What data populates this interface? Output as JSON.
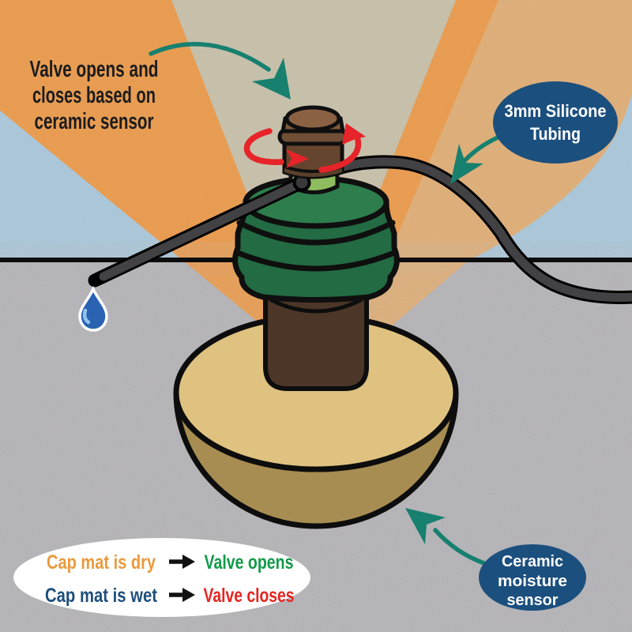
{
  "caption": {
    "line1": "Valve opens and",
    "line2": "closes based on",
    "line3": "ceramic sensor"
  },
  "callouts": {
    "tubing": {
      "line1": "3mm Silicone",
      "line2": "Tubing"
    },
    "sensor": {
      "line1": "Ceramic",
      "line2": "moisture",
      "line3": "sensor"
    }
  },
  "legend": {
    "dry_condition": "Cap mat is dry",
    "dry_result": "Valve opens",
    "wet_condition": "Cap mat is wet",
    "wet_result": "Valve closes"
  },
  "colors": {
    "sky_beige": "#c7c0aa",
    "ray_bright_orange": "#ea9b4d",
    "ray_light_orange": "#dfae77",
    "sky_blue": "#aac7da",
    "ground_gray": "#b4b3b7",
    "callout_navy": "#1b4f7e",
    "arrow_teal": "#17806f",
    "rotation_red": "#e62429",
    "legend_orange": "#ea9a3d",
    "legend_green": "#119a48",
    "legend_blue": "#1d4e7c",
    "legend_red": "#e52420",
    "valve_green_top": "#2e7d4d",
    "valve_green_side": "#226b43",
    "neck_green": "#8ebc5f",
    "cap_brown": "#8a6243",
    "stem_brown": "#4c3628",
    "disc_tan_top": "#dfc280",
    "disc_tan_side": "#a78d52",
    "tube_gray": "#424245",
    "drop_blue": "#2a63b2"
  }
}
